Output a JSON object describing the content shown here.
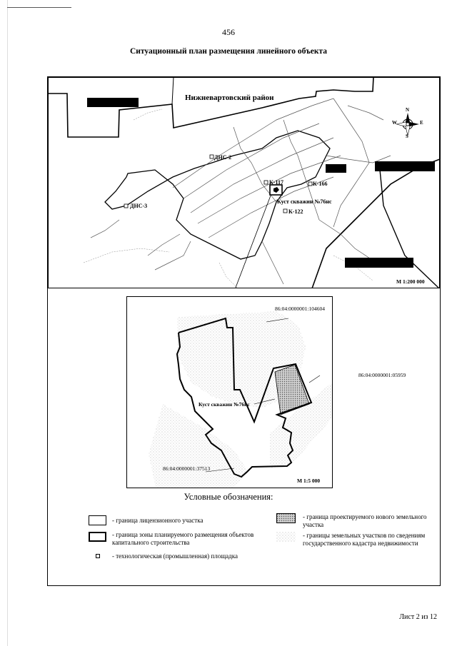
{
  "page_number": "456",
  "title": "Ситуационный план размещения линейного объекта",
  "overview_map": {
    "district_label": "Нижневартовский район",
    "labels": {
      "dns2": "ДНС-2",
      "dns3": "ДНС-3",
      "k117": "К-117",
      "k166": "К-166",
      "k122": "К-122",
      "well_cluster": "Куст скважин №76нс"
    },
    "compass": {
      "n": "N",
      "s": "S",
      "w": "W",
      "e": "E"
    },
    "scale": "М 1:200 000"
  },
  "detail_map": {
    "parcels": {
      "north": "86:04:0000001:104604",
      "east": "86:04:0000001:05959",
      "southwest": "86:04:0000001:37513"
    },
    "well_cluster": "Куст скважин №76нс",
    "scale": "М 1:5 000"
  },
  "legend": {
    "title": "Условные обозначения:",
    "items": [
      {
        "symbol": "license-boundary",
        "text": "- граница лицензионного участка"
      },
      {
        "symbol": "construction-zone",
        "text": "- граница зоны планируемого размещения объектов капитального строительства"
      },
      {
        "symbol": "tech-site",
        "text": "- технологическая (промышленная) площадка"
      },
      {
        "symbol": "new-parcel",
        "text": "- граница проектируемого нового земельного участка"
      },
      {
        "symbol": "cadastre-parcels",
        "text": "- границы земельных участков по сведениям государственного кадастра недвижимости"
      }
    ]
  },
  "sheet_label": "Лист 2 из 12",
  "colors": {
    "stipple": "#c8c8c8",
    "hatch": "#8a8a8a",
    "ink": "#000000"
  }
}
